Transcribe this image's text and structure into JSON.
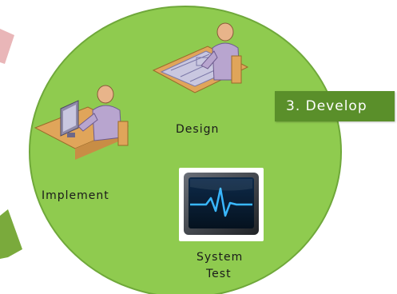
{
  "diagram": {
    "phase_badge": "3. Develop",
    "nodes": [
      {
        "id": "design",
        "label": "Design",
        "icon": "designer-at-drafting-table-icon"
      },
      {
        "id": "implement",
        "label": "Implement",
        "icon": "programmer-at-computer-icon"
      },
      {
        "id": "system-test",
        "label_line1": "System",
        "label_line2": "Test",
        "icon": "heartbeat-monitor-icon"
      }
    ]
  },
  "colors": {
    "circle_fill": "#8fcb4f",
    "circle_stroke": "#6fa83a",
    "badge": "#5a8f2a",
    "person": "#b8a5cf",
    "desk": "#e0a55a",
    "left_arrow": "#e9b6b8",
    "left_box": "#7aaa3c"
  }
}
